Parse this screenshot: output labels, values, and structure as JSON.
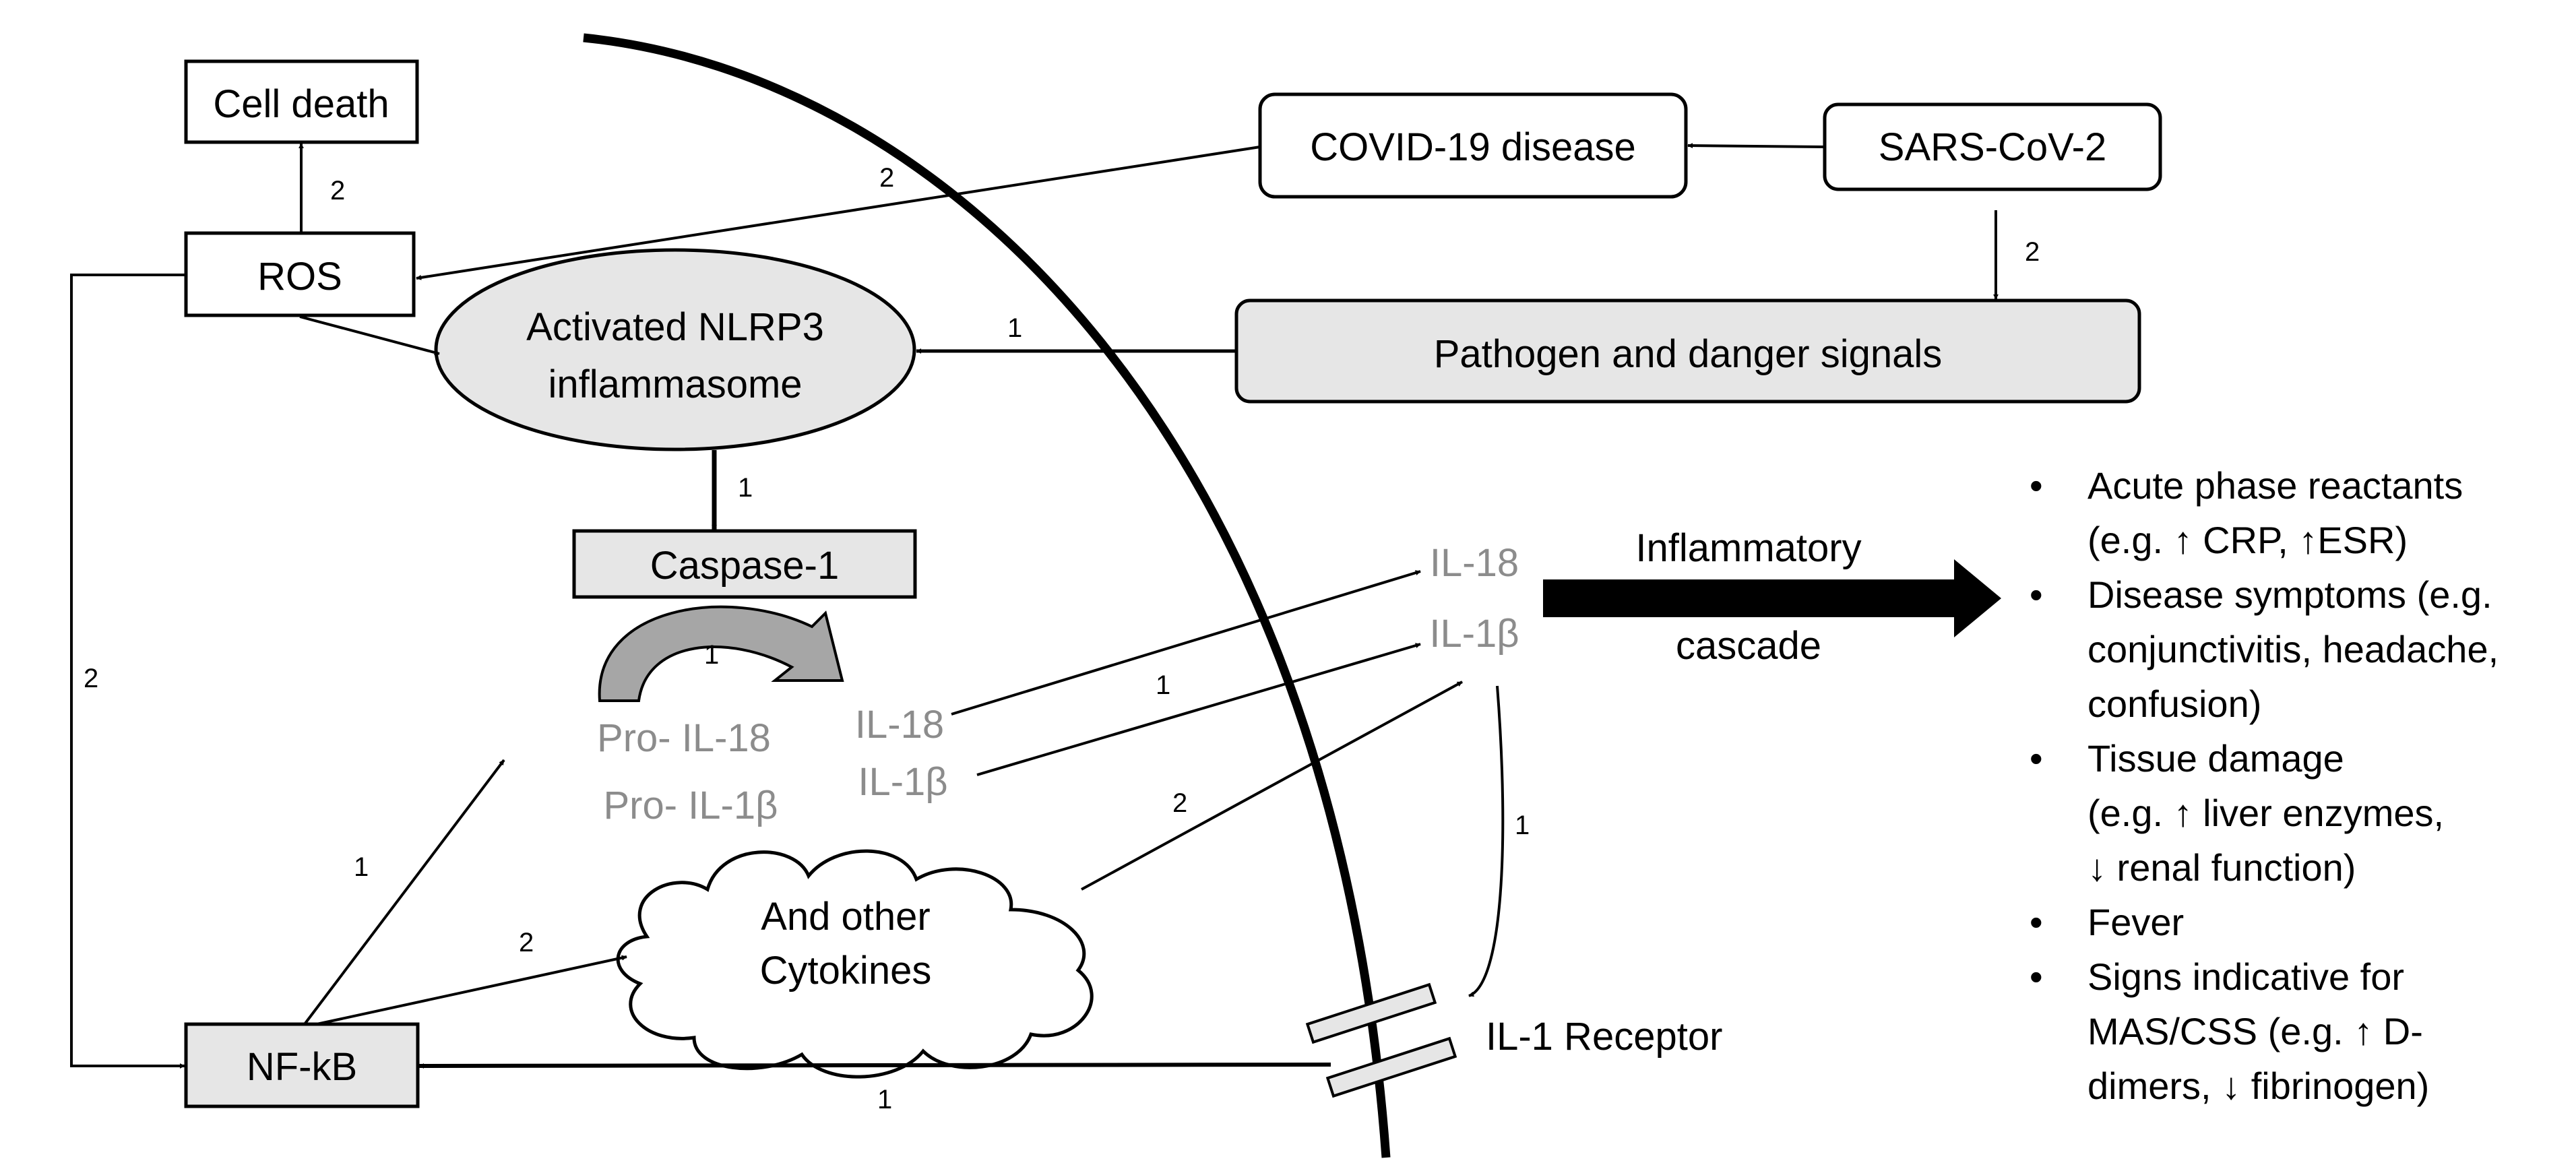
{
  "nodes": {
    "cell_death": "Cell death",
    "ros": "ROS",
    "covid": "COVID-19 disease",
    "sars": "SARS-CoV-2",
    "nlrp3_line1": "Activated NLRP3",
    "nlrp3_line2": "inflammasome",
    "pathogen": "Pathogen and danger signals",
    "caspase": "Caspase-1",
    "pro_il18": "Pro- IL-18",
    "pro_il1b": "Pro- IL-1β",
    "il18_in": "IL-18",
    "il1b_in": "IL-1β",
    "il18_out": "IL-18",
    "il1b_out": "IL-1β",
    "cytokines_line1": "And other",
    "cytokines_line2": "Cytokines",
    "nfkb": "NF-kB",
    "receptor": "IL-1 Receptor",
    "cascade_line1": "Inflammatory",
    "cascade_line2": "cascade"
  },
  "edge_labels": {
    "ros_to_cell_death": "2",
    "covid_to_ros": "2",
    "sars_to_pathogen": "2",
    "pathogen_to_nlrp3": "1",
    "nlrp3_to_caspase": "1",
    "caspase_cleavage": "1",
    "il_crossing": "1",
    "ros_to_nfkb": "2",
    "nfkb_to_pro": "1",
    "nfkb_to_cytokines": "2",
    "cytokines_to_il1b": "2",
    "il1b_to_receptor": "1",
    "receptor_to_nfkb": "1"
  },
  "outcomes": [
    {
      "bullet": "•",
      "lines": [
        "Acute phase reactants",
        "(e.g. ↑ CRP, ↑ESR)"
      ]
    },
    {
      "bullet": "•",
      "lines": [
        "Disease symptoms (e.g.",
        "conjunctivitis, headache,",
        "confusion)"
      ]
    },
    {
      "bullet": "•",
      "lines": [
        "Tissue damage",
        "(e.g. ↑ liver enzymes,",
        "↓ renal function)"
      ]
    },
    {
      "bullet": "•",
      "lines": [
        "Fever"
      ]
    },
    {
      "bullet": "•",
      "lines": [
        "Signs indicative for",
        "MAS/CSS (e.g. ↑ D-",
        "dimers, ↓ fibrinogen)"
      ]
    }
  ],
  "colors": {
    "line": "#000000",
    "grey_fill": "#e6e6e6",
    "grey_text": "#8c8c8c",
    "arc_grey": "#a6a6a6"
  }
}
